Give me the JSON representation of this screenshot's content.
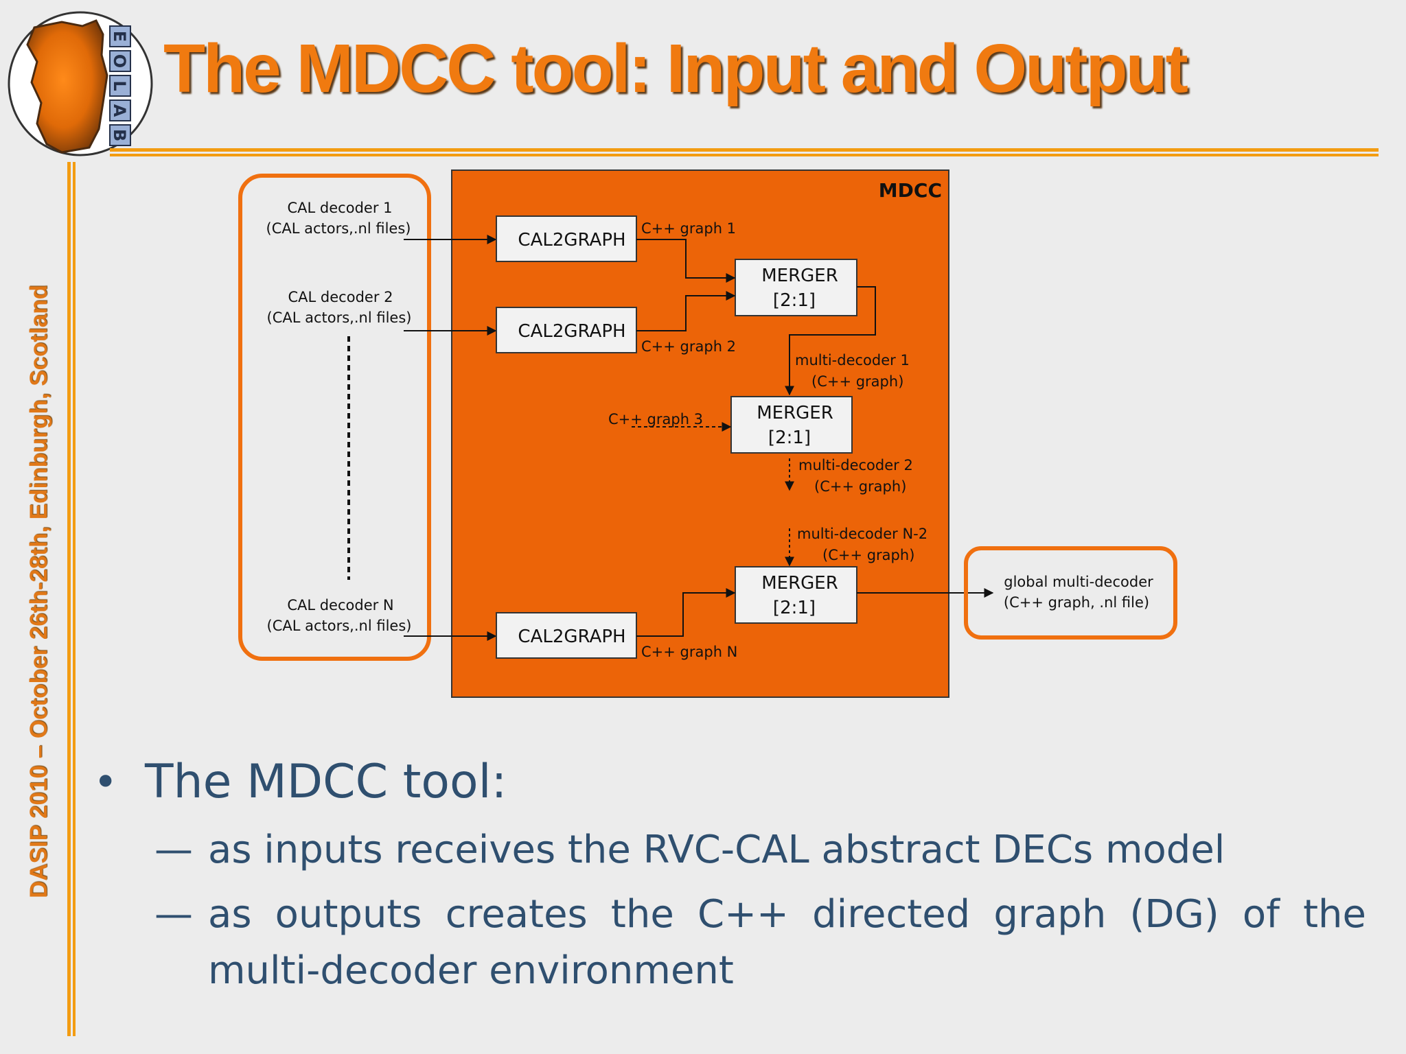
{
  "slide": {
    "title": "The MDCC tool: Input and Output",
    "sidebar": "DASIP 2010 – October 26th-28th, Edinburgh, Scotland",
    "logo_letters": [
      "E",
      "O",
      "L",
      "A",
      "B"
    ]
  },
  "diagram": {
    "mdcc_label": "MDCC",
    "decoders": [
      {
        "name": "CAL decoder 1",
        "files": "(CAL actors,.nl files)"
      },
      {
        "name": "CAL decoder 2",
        "files": "(CAL actors,.nl files)"
      },
      {
        "name": "CAL decoder N",
        "files": "(CAL actors,.nl files)"
      }
    ],
    "cal2graph_label": "CAL2GRAPH",
    "merger_label_1": "MERGER",
    "merger_label_2": "[2:1]",
    "graph_labels": {
      "g1": "C++ graph 1",
      "g2": "C++ graph 2",
      "g3": "C++ graph 3",
      "gN": "C++ graph N"
    },
    "multi_decoder_labels": {
      "md1_a": "multi-decoder 1",
      "md1_b": "(C++ graph)",
      "md2_a": "multi-decoder 2",
      "md2_b": "(C++ graph)",
      "mdN2_a": "multi-decoder N-2",
      "mdN2_b": "(C++ graph)"
    },
    "output": {
      "line1": "global multi-decoder",
      "line2": "(C++ graph, .nl file)"
    },
    "colors": {
      "mdcc_fill": "#ec6408",
      "accent": "#f39c12",
      "outline": "#f07010"
    }
  },
  "bullets": {
    "main": "The MDCC tool:",
    "subs": [
      "as inputs receives the RVC-CAL abstract DECs model",
      "as outputs creates the C++ directed graph (DG) of the multi-decoder environment"
    ],
    "dash": "—",
    "dot": "•"
  }
}
